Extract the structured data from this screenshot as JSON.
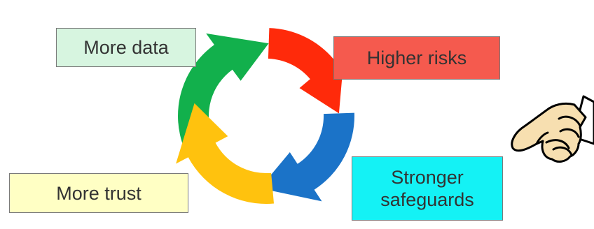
{
  "diagram": {
    "labels": {
      "more_data": "More data",
      "higher_risks": "Higher risks",
      "stronger_safeguards_line1": "Stronger",
      "stronger_safeguards_line2": "safeguards",
      "more_trust": "More trust"
    },
    "colors": {
      "green_arrow": "#12b04c",
      "red_arrow": "#ff2a0a",
      "blue_arrow": "#1b73c8",
      "yellow_arrow": "#ffc20e",
      "more_data_box": "#d7f5e0",
      "higher_risks_box": "#f55a4e",
      "stronger_safeguards_box": "#14f2f5",
      "more_trust_box": "#ffffc4",
      "hand_skin": "#f7dfb0"
    },
    "icons": {
      "hand": "pointing-hand-icon"
    }
  }
}
